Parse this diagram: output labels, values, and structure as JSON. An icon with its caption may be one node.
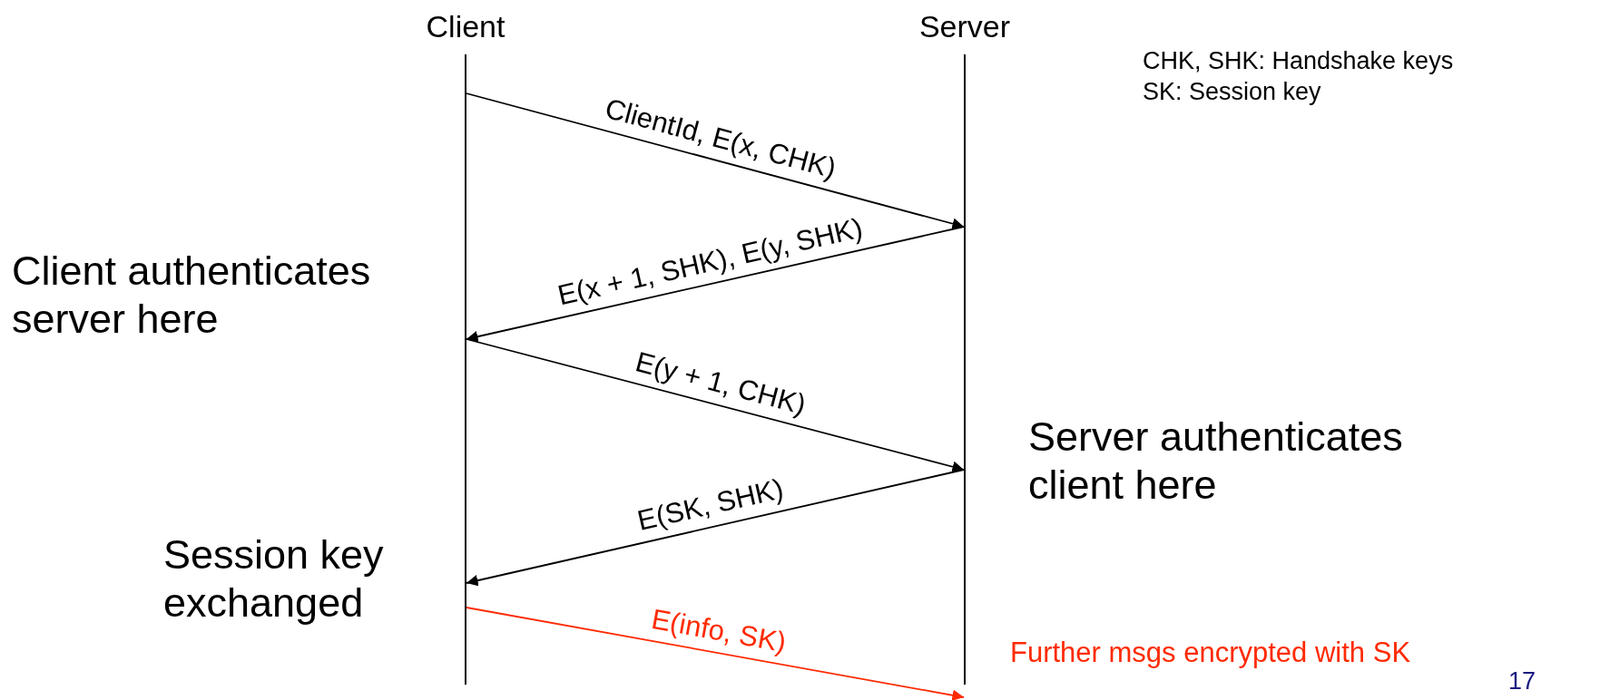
{
  "diagram": {
    "nodes": [
      {
        "text": [
          "Client"
        ]
      },
      {
        "text": [
          "Server"
        ]
      }
    ],
    "edges": [
      {
        "from": 0,
        "to": 1,
        "arrow": "to",
        "label": "ClientId, E(x, CHK)"
      },
      {
        "from": 1,
        "to": 0,
        "arrow": "to",
        "label": "E(x + 1, SHK), E(y, SHK)"
      },
      {
        "from": 0,
        "to": 1,
        "arrow": "to",
        "label": "E(y + 1, CHK)"
      },
      {
        "from": 1,
        "to": 0,
        "arrow": "to",
        "label": "E(SK, SHK)"
      },
      {
        "from": 0,
        "to": 1,
        "arrow": "to",
        "label": "E(info, SK)",
        "color": "#ff2a00"
      }
    ],
    "labels": [
      "CHK, SHK: Handshake keys",
      "SK: Session key",
      "Client authenticates server here",
      "Server authenticates client here",
      "Session key exchanged",
      "Further msgs encrypted with SK",
      "17"
    ]
  }
}
